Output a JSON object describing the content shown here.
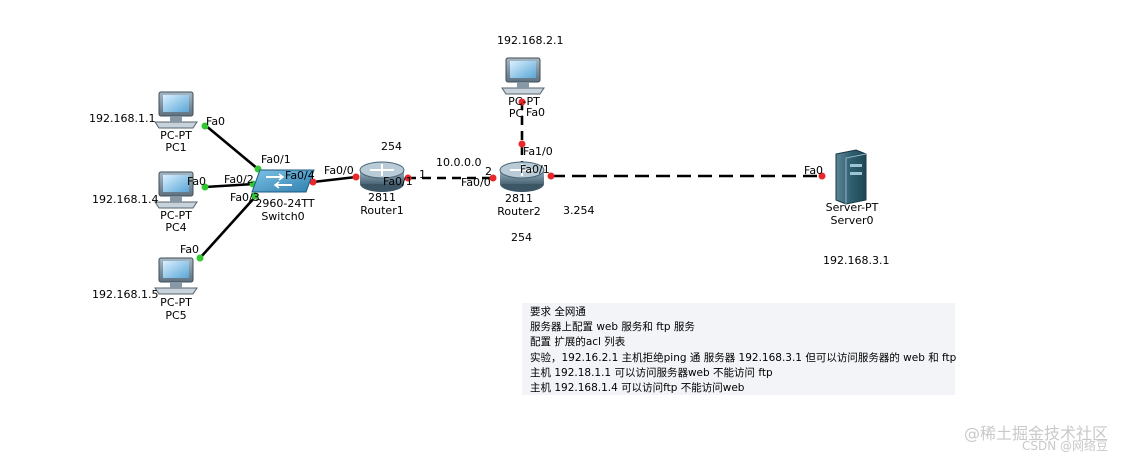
{
  "devices": {
    "pc1": {
      "model": "PC-PT",
      "name": "PC1",
      "ip": "192.168.1.1"
    },
    "pc4": {
      "model": "PC-PT",
      "name": "PC4",
      "ip": "192.168.1.4"
    },
    "pc5": {
      "model": "PC-PT",
      "name": "PC5",
      "ip": "192.168.1.5"
    },
    "switch0": {
      "model": "2960-24TT",
      "name": "Switch0"
    },
    "router1": {
      "model": "2811",
      "name": "Router1",
      "addr": "254"
    },
    "router2": {
      "model": "2811",
      "name": "Router2",
      "addr_bottom": "254",
      "addr_right": "3.254"
    },
    "pc_top": {
      "model": "PC-PT",
      "name": "PC",
      "ip": "192.168.2.1"
    },
    "server0": {
      "model": "Server-PT",
      "name": "Server0",
      "ip": "192.168.3.1"
    }
  },
  "ports": {
    "pc1_fa0": "Fa0",
    "pc4_fa0": "Fa0",
    "pc5_fa0": "Fa0",
    "sw_fa01": "Fa0/1",
    "sw_fa02": "Fa0/2",
    "sw_fa03": "Fa0/3",
    "sw_fa04": "Fa0/4",
    "r1_fa00": "Fa0/0",
    "r1_fa01": "Fa0/1",
    "r2_fa00": "Fa0/0",
    "r2_fa01": "Fa0/1",
    "r2_fa10": "Fa1/0",
    "pctop_fa0": "Fa0",
    "server_fa0": "Fa0"
  },
  "link_labels": {
    "net_r1_r2": "10.0.0.0",
    "r1_side": "1",
    "r2_side": "2"
  },
  "colors": {
    "link": "#000000",
    "port_up": "#31c831",
    "port_down": "#e8282a"
  },
  "note": {
    "lines": [
      "要求 全网通",
      "服务器上配置 web 服务和 ftp 服务",
      "配置 扩展的acl 列表",
      "实验，192.16.2.1 主机拒绝ping 通 服务器 192.168.3.1  但可以访问服务器的 web 和 ftp",
      "主机 192.18.1.1 可以访问服务器web 不能访问 ftp",
      "主机 192.168.1.4 可以访问ftp 不能访问web"
    ]
  },
  "watermark": {
    "line1": "@稀土掘金技术社区",
    "line2": "CSDN @网络豆"
  }
}
